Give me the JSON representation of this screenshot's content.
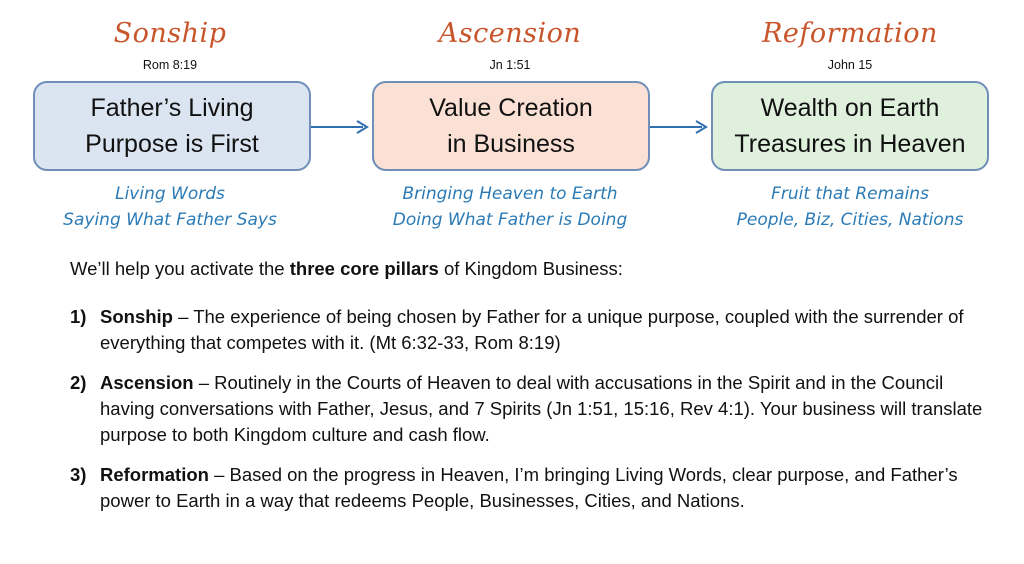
{
  "pillars": [
    {
      "title": "Sonship",
      "ref": "Rom 8:19",
      "box_lines": [
        "Father’s Living",
        "Purpose is First"
      ],
      "sub_lines": [
        "Living Words",
        "Saying What Father Says"
      ]
    },
    {
      "title": "Ascension",
      "ref": "Jn 1:51",
      "box_lines": [
        "Value Creation",
        "in Business"
      ],
      "sub_lines": [
        "Bringing Heaven to Earth",
        "Doing What Father is Doing"
      ]
    },
    {
      "title": "Reformation",
      "ref": "John 15",
      "box_lines": [
        "Wealth on Earth",
        "Treasures in Heaven"
      ],
      "sub_lines": [
        "Fruit that Remains",
        "People, Biz, Cities, Nations"
      ]
    }
  ],
  "colors": {
    "title": "#c8552b",
    "subtitle": "#2c7bb6",
    "border": "#6f8fb8",
    "box1": "#dbe4f1",
    "box2": "#fae0d5",
    "box3": "#dff0dd"
  },
  "intro": {
    "pre": "We’ll help you activate the ",
    "bold": "three core pillars",
    "post": " of Kingdom Business:"
  },
  "points": [
    {
      "num": "1)",
      "name": "Sonship",
      "text": " – The experience of being chosen by Father for a unique purpose, coupled with the surrender of everything that competes with it. (Mt 6:32-33, Rom 8:19)"
    },
    {
      "num": "2)",
      "name": "Ascension",
      "text": " – Routinely in the Courts of Heaven to deal with accusations in the Spirit and in the Council having conversations with Father, Jesus, and 7 Spirits (Jn 1:51, 15:16, Rev 4:1). Your business will translate purpose to both Kingdom culture and cash flow."
    },
    {
      "num": "3)",
      "name": "Reformation",
      "text": " – Based on the progress in Heaven, I’m bringing Living Words, clear purpose, and Father’s power to Earth in a way that redeems People, Businesses, Cities, and Nations."
    }
  ]
}
